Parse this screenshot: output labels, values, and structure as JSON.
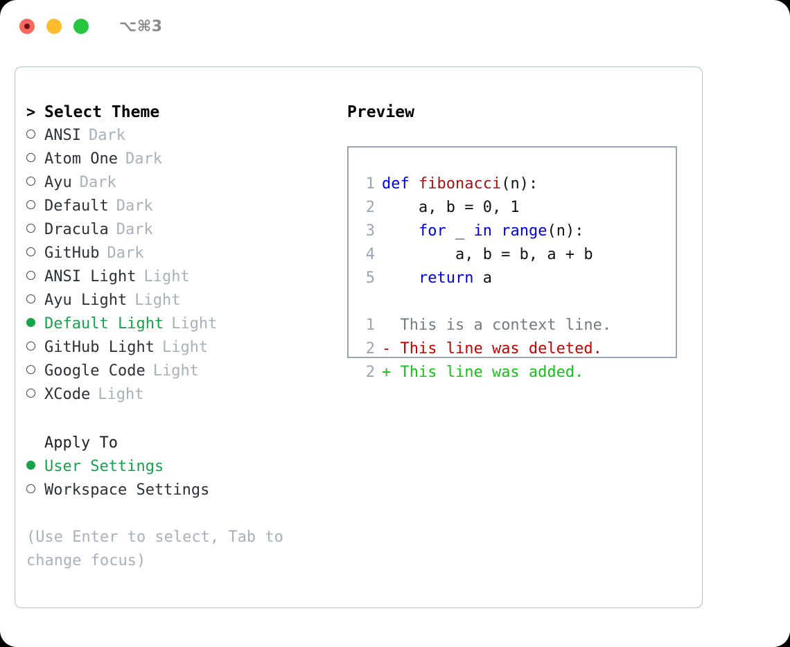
{
  "titlebar": {
    "shortcut": "⌥⌘3",
    "buttons": [
      {
        "name": "close-button",
        "color": "#f9685f"
      },
      {
        "name": "minimize-button",
        "color": "#fcbc2e"
      },
      {
        "name": "maximize-button",
        "color": "#27c63f"
      }
    ]
  },
  "theme_picker": {
    "caret": ">",
    "title": "Select Theme",
    "selected_marker": "●",
    "unselected_marker": "○",
    "items": [
      {
        "name": "ANSI",
        "category": "Dark",
        "selected": false
      },
      {
        "name": "Atom One",
        "category": "Dark",
        "selected": false
      },
      {
        "name": "Ayu",
        "category": "Dark",
        "selected": false
      },
      {
        "name": "Default",
        "category": "Dark",
        "selected": false
      },
      {
        "name": "Dracula",
        "category": "Dark",
        "selected": false
      },
      {
        "name": "GitHub",
        "category": "Dark",
        "selected": false
      },
      {
        "name": "ANSI Light",
        "category": "Light",
        "selected": false
      },
      {
        "name": "Ayu Light",
        "category": "Light",
        "selected": false
      },
      {
        "name": "Default Light",
        "category": "Light",
        "selected": true
      },
      {
        "name": "GitHub Light",
        "category": "Light",
        "selected": false
      },
      {
        "name": "Google Code",
        "category": "Light",
        "selected": false
      },
      {
        "name": "XCode",
        "category": "Light",
        "selected": false
      }
    ]
  },
  "apply_to": {
    "title": "Apply To",
    "items": [
      {
        "name": "User Settings",
        "selected": true
      },
      {
        "name": "Workspace Settings",
        "selected": false
      }
    ]
  },
  "hint": "(Use Enter to select, Tab to change focus)",
  "preview": {
    "title": "Preview",
    "code_lines": [
      {
        "number": "1",
        "tokens": [
          {
            "text": "def ",
            "kind": "kw"
          },
          {
            "text": "fibonacci",
            "kind": "fn"
          },
          {
            "text": "(n):",
            "kind": "plain"
          }
        ]
      },
      {
        "number": "2",
        "tokens": [
          {
            "text": "    a, b = 0, 1",
            "kind": "plain"
          }
        ]
      },
      {
        "number": "3",
        "tokens": [
          {
            "text": "    ",
            "kind": "plain"
          },
          {
            "text": "for",
            "kind": "kw"
          },
          {
            "text": " _ ",
            "kind": "plain"
          },
          {
            "text": "in",
            "kind": "kw"
          },
          {
            "text": " ",
            "kind": "plain"
          },
          {
            "text": "range",
            "kind": "kw"
          },
          {
            "text": "(n):",
            "kind": "plain"
          }
        ]
      },
      {
        "number": "4",
        "tokens": [
          {
            "text": "        a, b = b, a + b",
            "kind": "plain"
          }
        ]
      },
      {
        "number": "5",
        "tokens": [
          {
            "text": "    ",
            "kind": "plain"
          },
          {
            "text": "return",
            "kind": "kw"
          },
          {
            "text": " a",
            "kind": "plain"
          }
        ]
      }
    ],
    "diff_lines": [
      {
        "number": "1",
        "sign": " ",
        "text": " This is a context line.",
        "kind": "ctx"
      },
      {
        "number": "2",
        "sign": "-",
        "text": " This line was deleted.",
        "kind": "del"
      },
      {
        "number": "2",
        "sign": "+",
        "text": " This line was added.",
        "kind": "add"
      }
    ]
  },
  "colors": {
    "accent_green": "#16a34a",
    "muted_gray": "#a8b0bc",
    "keyword_blue": "#0000e6",
    "function_red": "#a31515",
    "diff_delete": "#c70000",
    "diff_add": "#14c414",
    "panel_border": "#b5bfc9",
    "preview_border": "#9aa5b1"
  }
}
